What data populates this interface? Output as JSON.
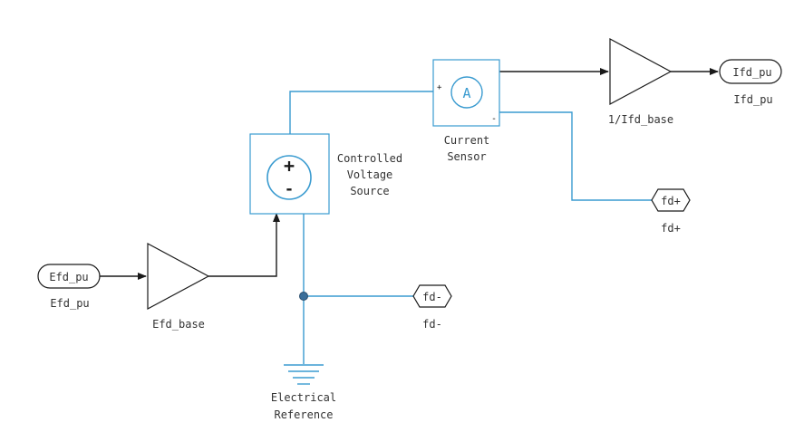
{
  "blocks": {
    "efd_pu_in": {
      "label": "Efd_pu",
      "caption": "Efd_pu"
    },
    "efd_base_gain": {
      "caption": "Efd_base"
    },
    "cvs": {
      "caption_lines": [
        "Controlled",
        "Voltage",
        "Source"
      ],
      "plus": "+",
      "minus": "-"
    },
    "current_sensor": {
      "caption_lines": [
        "Current",
        "Sensor"
      ],
      "symbol": "A",
      "plus": "+",
      "minus": "-"
    },
    "inv_ifd_gain": {
      "caption": "1/Ifd_base"
    },
    "ifd_pu_out": {
      "label": "Ifd_pu",
      "caption": "Ifd_pu"
    },
    "fd_plus": {
      "label": "fd+",
      "caption": "fd+"
    },
    "fd_minus": {
      "label": "fd-",
      "caption": "fd-"
    },
    "ground": {
      "caption_lines": [
        "Electrical",
        "Reference"
      ]
    }
  },
  "colors": {
    "physical_line": "#3a9bd0",
    "signal_line": "#1a1a1a",
    "background": "#ffffff"
  }
}
